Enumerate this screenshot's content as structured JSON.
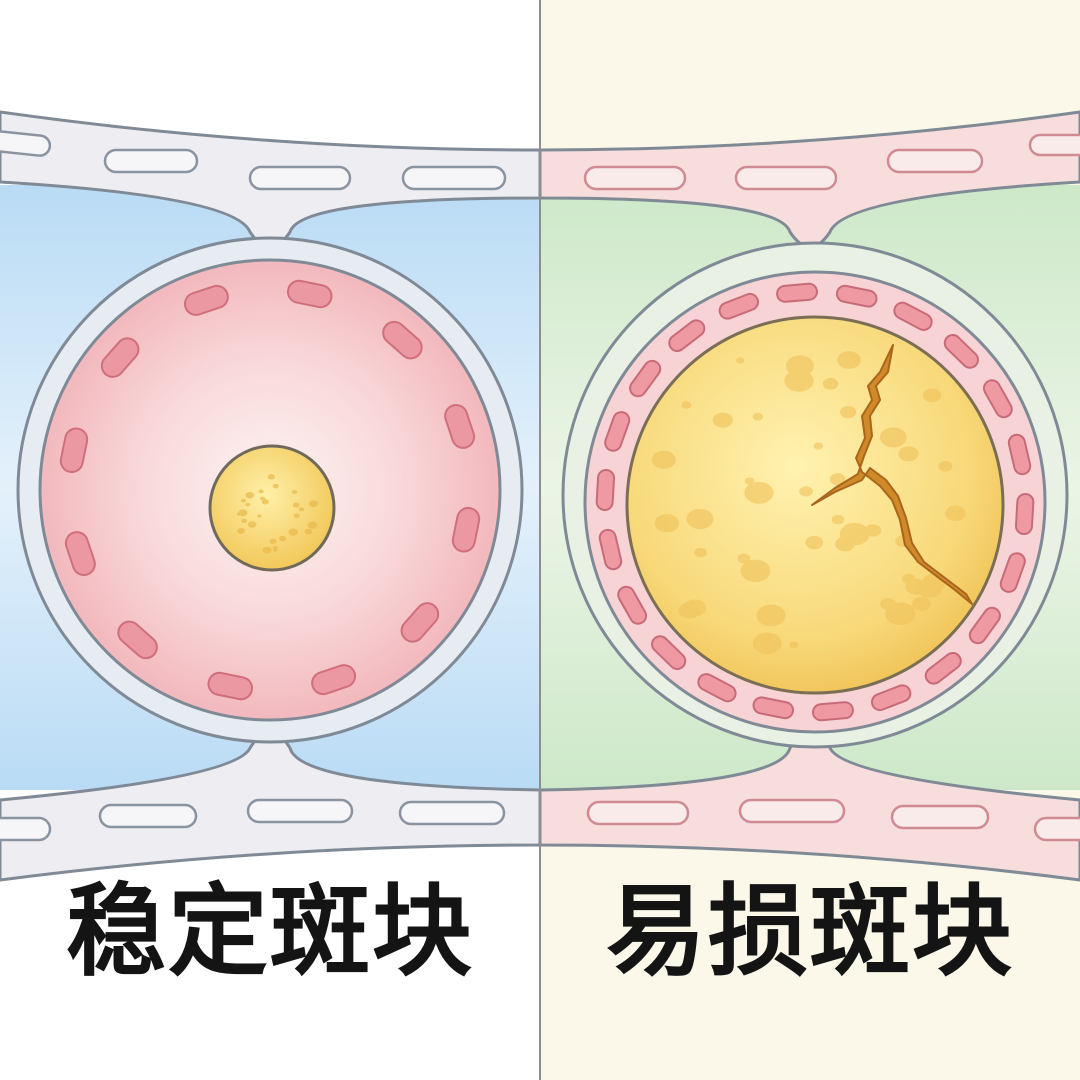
{
  "panels": {
    "left": {
      "label": "稳定斑块"
    },
    "right": {
      "label": "易损斑块"
    }
  },
  "colors": {
    "left_background": "#ffffff",
    "right_background": "#fbf8ea",
    "divider": "#8e8e8e",
    "left_fluid": "#bcdcf4",
    "right_fluid": "#cfe8cc",
    "vessel_wall_left": "#eeedf2",
    "vessel_wall_right": "#f7dedd",
    "outline": "#7f8a96",
    "artery_wall": "#f4c0c4",
    "endothelial_cell": "#e88a95",
    "plaque_core": "#f6d46a",
    "fissure": "#c17c22"
  },
  "icons": [
    "stable-plaque-illustration",
    "vulnerable-plaque-illustration",
    "plaque-fissure-icon"
  ]
}
